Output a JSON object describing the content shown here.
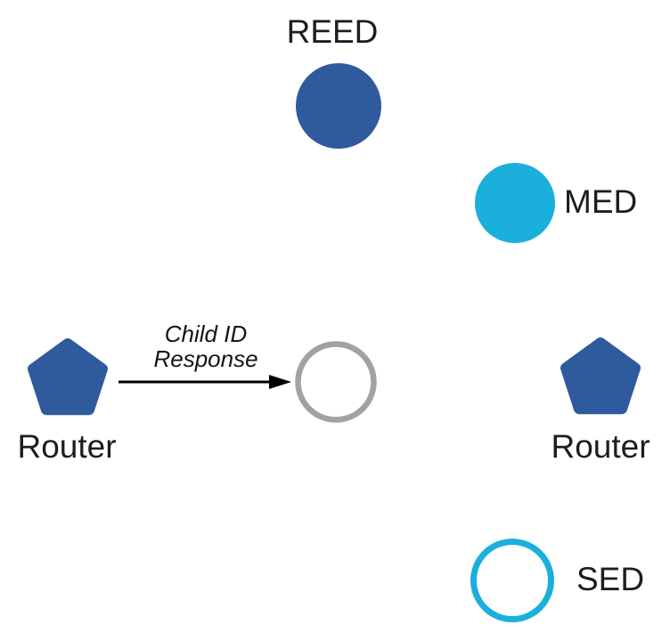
{
  "diagram": {
    "background": "#ffffff",
    "text_color": "#1d1d1d",
    "nodes": {
      "reed": {
        "label": "REED",
        "shape": "filled-circle",
        "color": "#2f5b9e"
      },
      "med": {
        "label": "MED",
        "shape": "filled-circle",
        "color": "#1bafdc"
      },
      "router_left": {
        "label": "Router",
        "shape": "pentagon",
        "color": "#2f5b9e"
      },
      "joiner": {
        "label": "",
        "shape": "outlined-circle",
        "color": "#a2a2a2"
      },
      "router_right": {
        "label": "Router",
        "shape": "pentagon",
        "color": "#2f5b9e"
      },
      "sed": {
        "label": "SED",
        "shape": "outlined-circle",
        "color": "#1bafdc"
      }
    },
    "edge": {
      "from": "router_left",
      "to": "joiner",
      "label_line1": "Child ID",
      "label_line2": "Response",
      "color": "#000000"
    }
  }
}
